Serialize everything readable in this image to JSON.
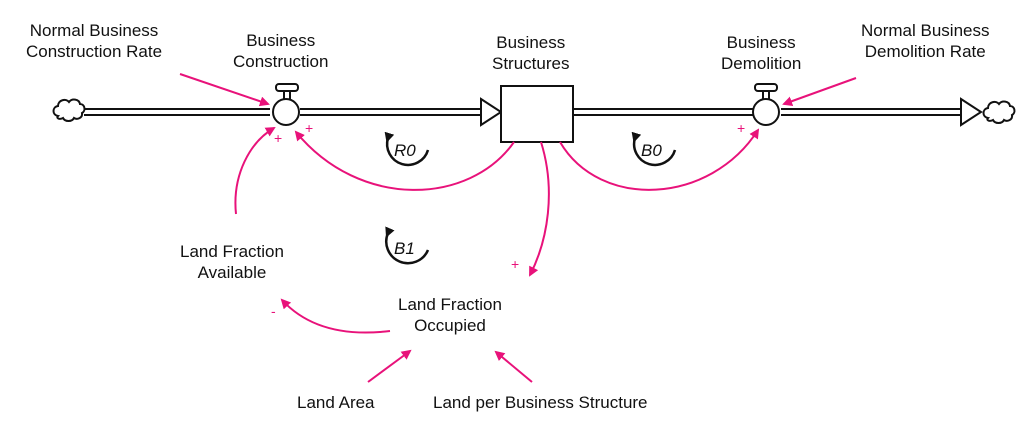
{
  "diagram": {
    "type": "stock-and-flow",
    "colors": {
      "link": "#e8127a",
      "structure": "#111111",
      "background": "#ffffff"
    },
    "stocks": [
      {
        "id": "business-structures",
        "label": [
          "Business",
          "Structures"
        ]
      }
    ],
    "flows": [
      {
        "id": "business-construction",
        "label": [
          "Business",
          "Construction"
        ],
        "from": "source-cloud",
        "to": "business-structures"
      },
      {
        "id": "business-demolition",
        "label": [
          "Business",
          "Demolition"
        ],
        "from": "business-structures",
        "to": "sink-cloud"
      }
    ],
    "variables": [
      {
        "id": "normal-business-construction-rate",
        "label": [
          "Normal Business",
          "Construction Rate"
        ]
      },
      {
        "id": "normal-business-demolition-rate",
        "label": [
          "Normal Business",
          "Demolition Rate"
        ]
      },
      {
        "id": "land-fraction-available",
        "label": [
          "Land Fraction",
          "Available"
        ]
      },
      {
        "id": "land-fraction-occupied",
        "label": [
          "Land Fraction",
          "Occupied"
        ]
      },
      {
        "id": "land-area",
        "label": [
          "Land Area"
        ]
      },
      {
        "id": "land-per-business-structure",
        "label": [
          "Land per Business Structure"
        ]
      }
    ],
    "links": [
      {
        "from": "normal-business-construction-rate",
        "to": "business-construction",
        "polarity": ""
      },
      {
        "from": "business-structures",
        "to": "business-construction",
        "polarity": "+"
      },
      {
        "from": "land-fraction-available",
        "to": "business-construction",
        "polarity": "+"
      },
      {
        "from": "business-structures",
        "to": "business-demolition",
        "polarity": "+"
      },
      {
        "from": "normal-business-demolition-rate",
        "to": "business-demolition",
        "polarity": ""
      },
      {
        "from": "business-structures",
        "to": "land-fraction-occupied",
        "polarity": "+"
      },
      {
        "from": "land-fraction-occupied",
        "to": "land-fraction-available",
        "polarity": "-"
      },
      {
        "from": "land-area",
        "to": "land-fraction-occupied",
        "polarity": ""
      },
      {
        "from": "land-per-business-structure",
        "to": "land-fraction-occupied",
        "polarity": ""
      }
    ],
    "loops": [
      {
        "id": "R0",
        "label": "R0",
        "type": "reinforcing"
      },
      {
        "id": "B0",
        "label": "B0",
        "type": "balancing"
      },
      {
        "id": "B1",
        "label": "B1",
        "type": "balancing"
      }
    ]
  }
}
